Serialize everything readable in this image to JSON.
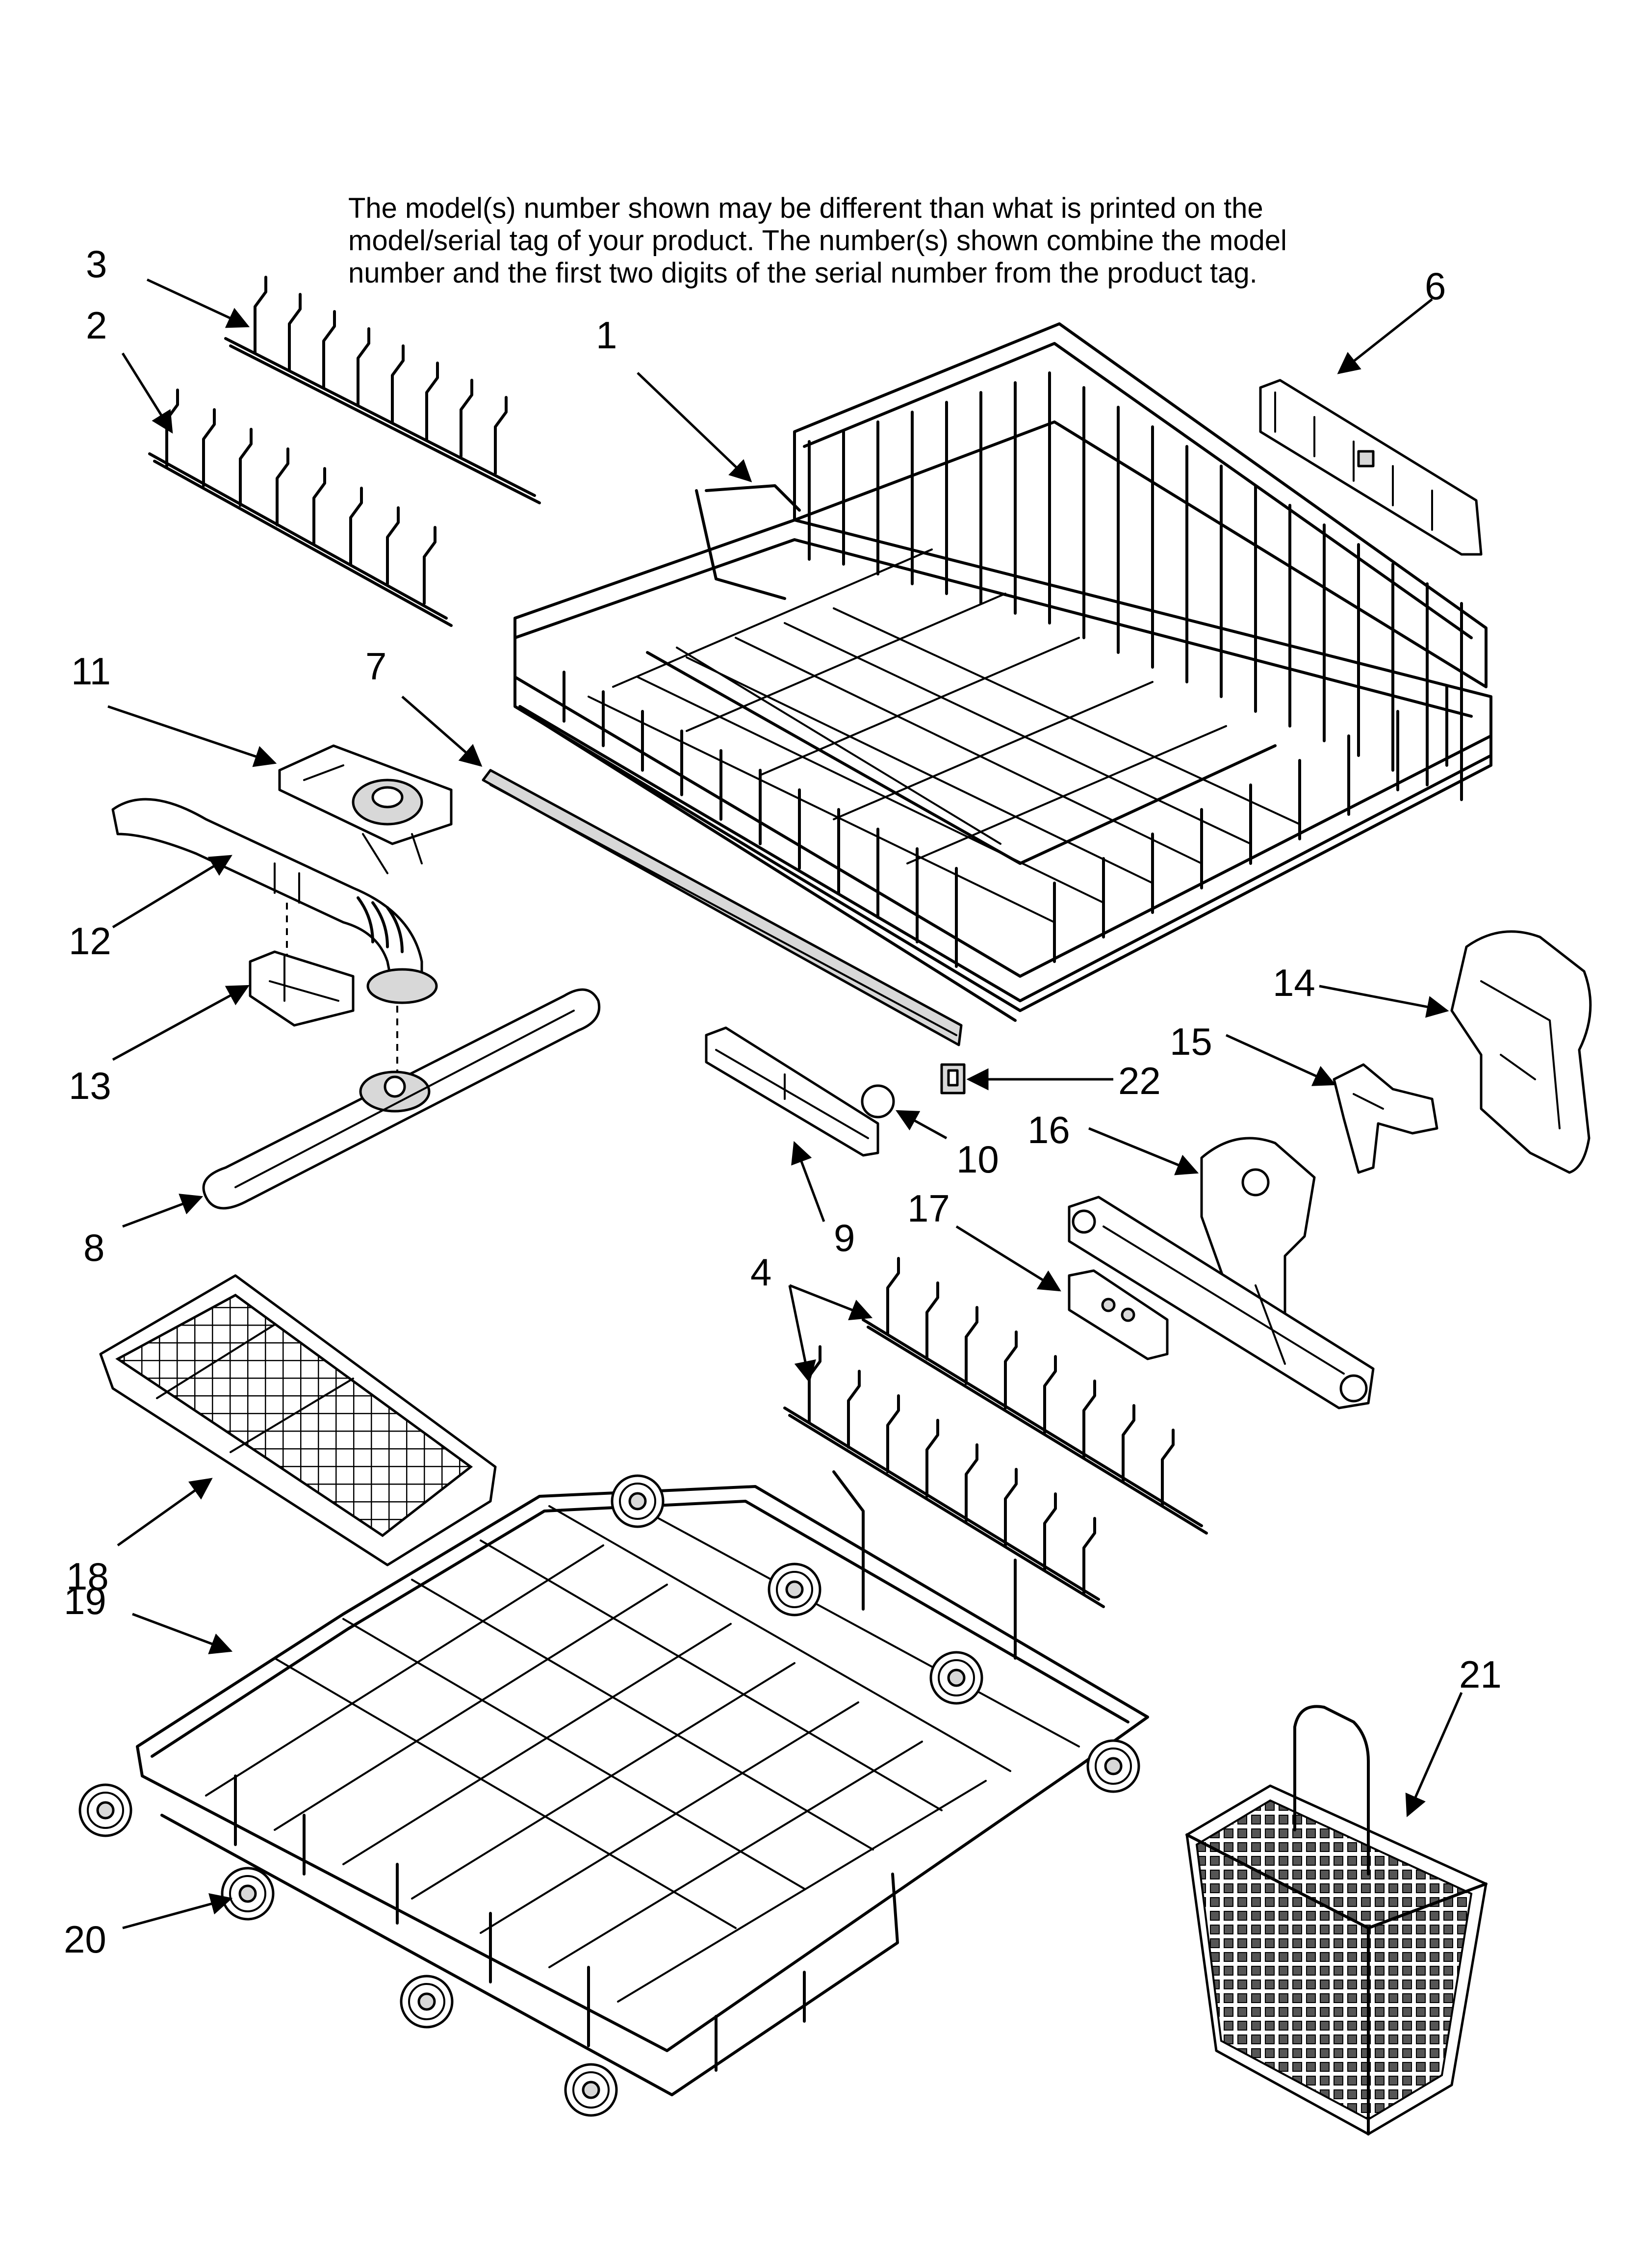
{
  "disclaimer": {
    "line1": "The model(s) number shown may be different than what is printed on the",
    "line2": "model/serial tag of your product. The number(s) shown combine the model",
    "line3": "number and the first two digits of the serial number from the product tag."
  },
  "callouts": {
    "c1": "1",
    "c2": "2",
    "c3": "3",
    "c4": "4",
    "c6": "6",
    "c7": "7",
    "c8": "8",
    "c9": "9",
    "c10": "10",
    "c11": "11",
    "c12": "12",
    "c13": "13",
    "c14": "14",
    "c15": "15",
    "c16": "16",
    "c17": "17",
    "c18": "18",
    "c19": "19",
    "c20": "20",
    "c21": "21",
    "c22": "22"
  }
}
